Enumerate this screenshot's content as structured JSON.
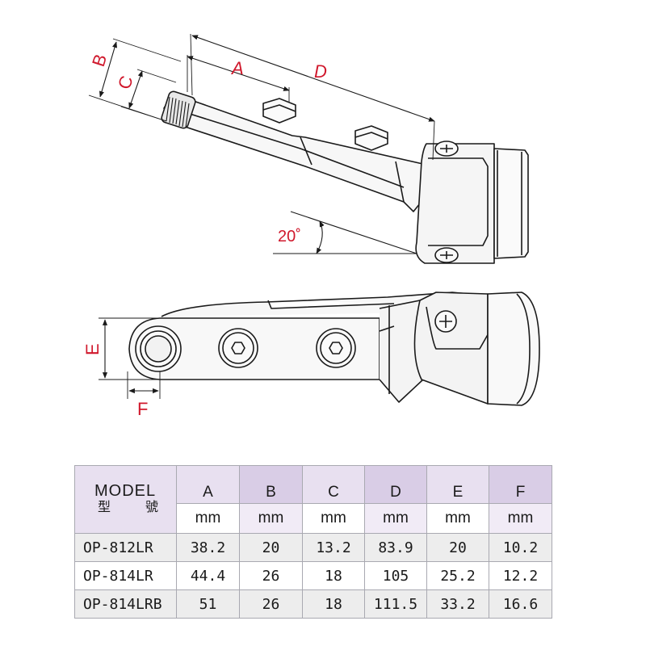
{
  "dimension_labels": {
    "A": "A",
    "B": "B",
    "C": "C",
    "D": "D",
    "E": "E",
    "F": "F",
    "angle": "20˚"
  },
  "table": {
    "model_header": "MODEL",
    "model_header_cjk_1": "型",
    "model_header_cjk_2": "號",
    "columns": [
      "A",
      "B",
      "C",
      "D",
      "E",
      "F"
    ],
    "units": [
      "mm",
      "mm",
      "mm",
      "mm",
      "mm",
      "mm"
    ],
    "rows": [
      {
        "model": "OP-812LR",
        "values": [
          "38.2",
          "20",
          "13.2",
          "83.9",
          "20",
          "10.2"
        ]
      },
      {
        "model": "OP-814LR",
        "values": [
          "44.4",
          "26",
          "18",
          "105",
          "25.2",
          "12.2"
        ]
      },
      {
        "model": "OP-814LRB",
        "values": [
          "51",
          "26",
          "18",
          "111.5",
          "33.2",
          "16.6"
        ]
      }
    ]
  },
  "colors": {
    "dimension": "#d0182c",
    "outline": "#1a1a1a",
    "header_bg": "#e8e0f0",
    "header_alt_bg": "#d9cde6"
  }
}
